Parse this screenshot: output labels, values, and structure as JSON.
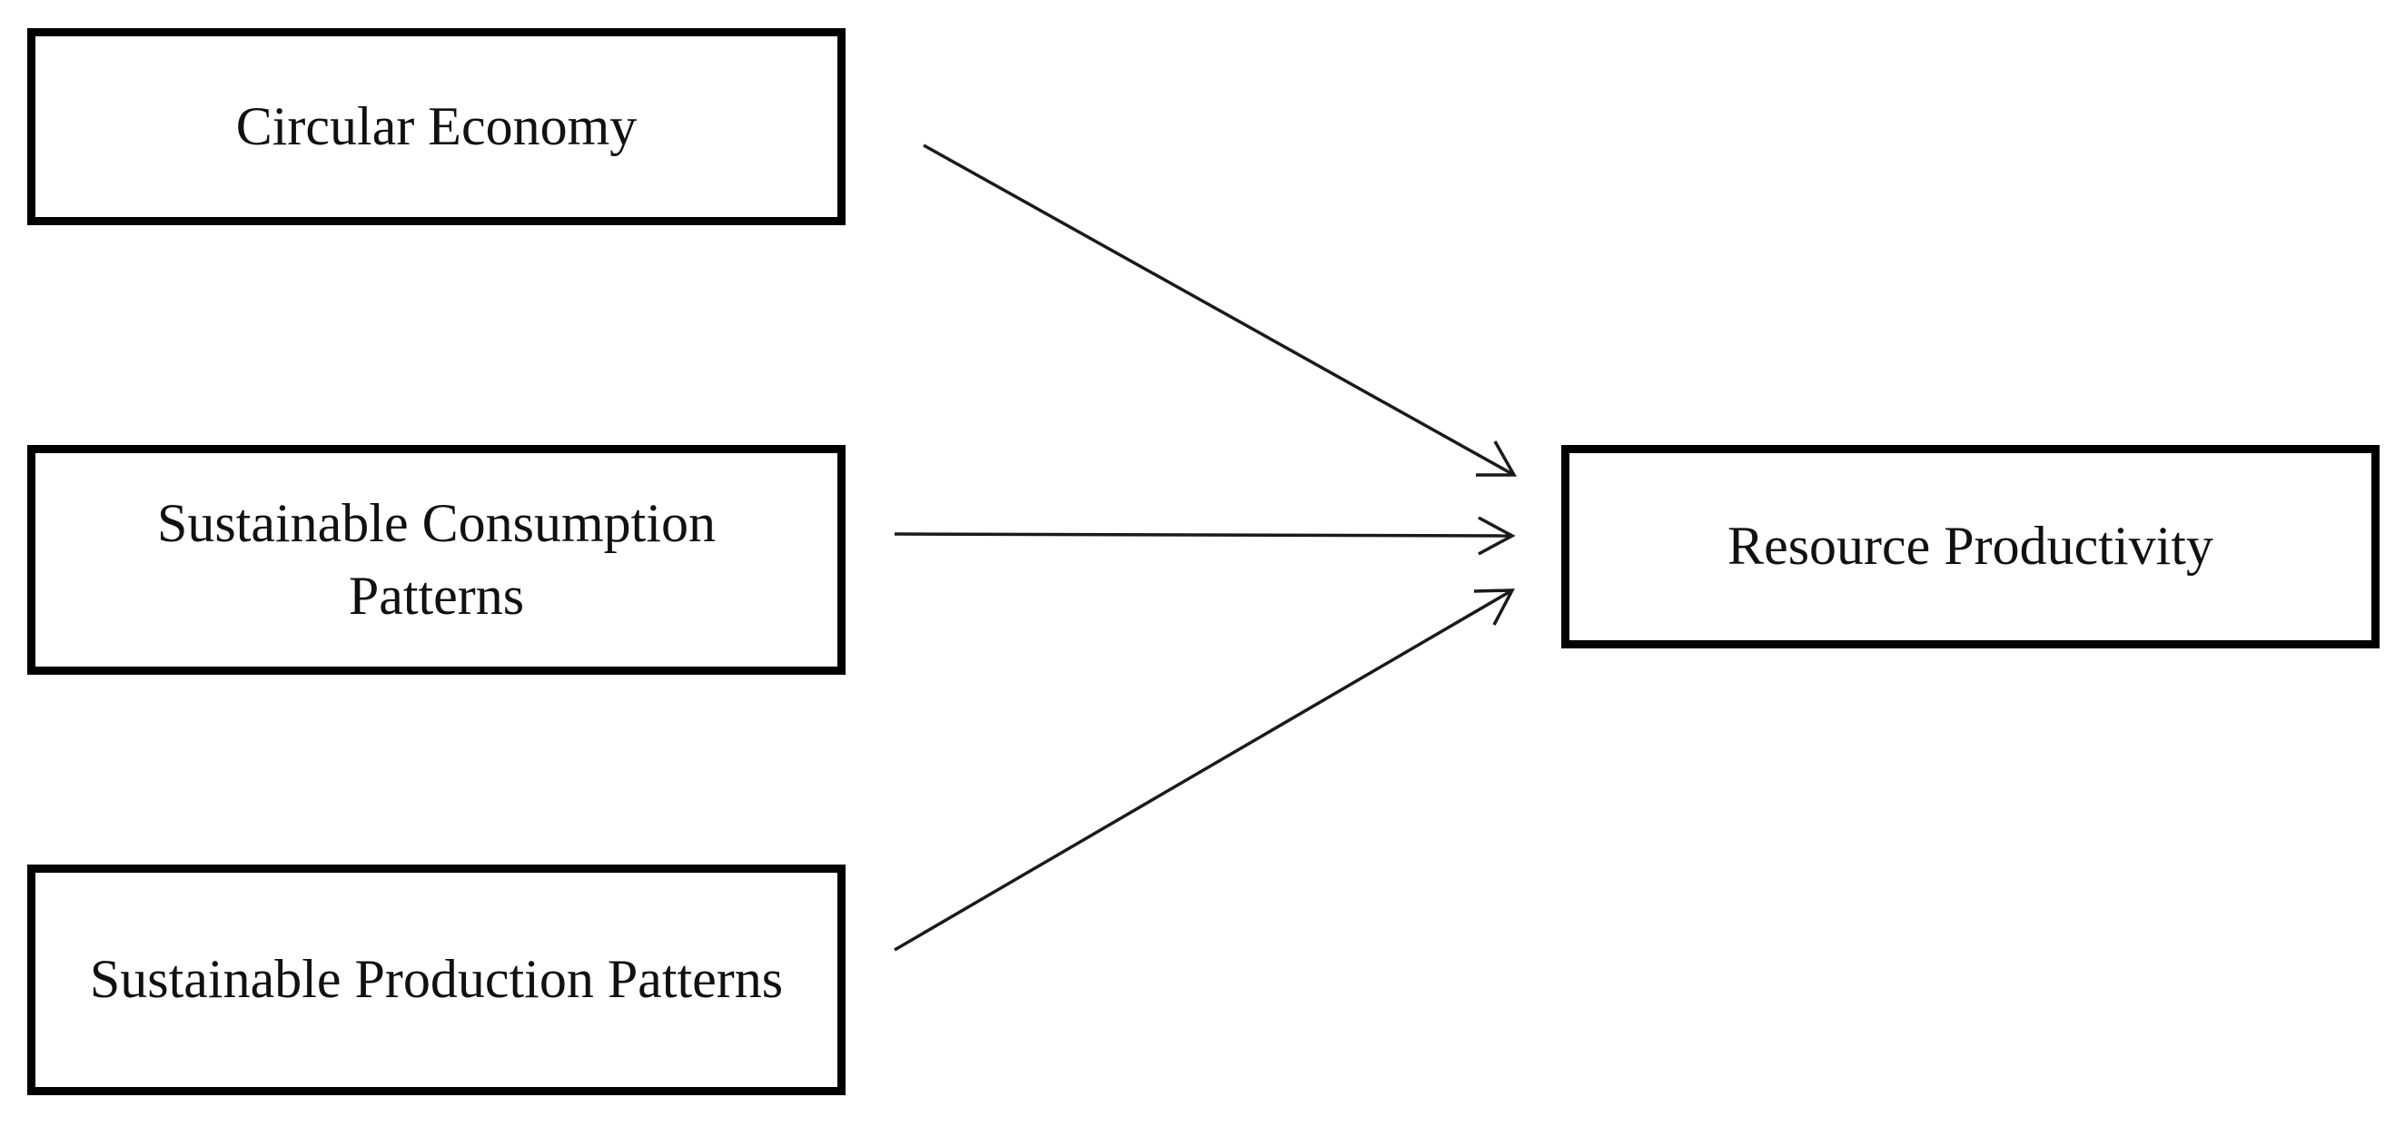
{
  "diagram": {
    "nodes": {
      "circular_economy": "Circular Economy",
      "sustainable_consumption": "Sustainable Consumption Patterns",
      "sustainable_production": "Sustainable Production Patterns",
      "resource_productivity": "Resource Productivity"
    },
    "edges": [
      {
        "from": "Circular Economy",
        "to": "Resource Productivity"
      },
      {
        "from": "Sustainable Consumption Patterns",
        "to": "Resource Productivity"
      },
      {
        "from": "Sustainable Production Patterns",
        "to": "Resource Productivity"
      }
    ],
    "colors": {
      "box_border": "#000000",
      "arrow": "#1a1a1a",
      "background": "#ffffff"
    }
  }
}
